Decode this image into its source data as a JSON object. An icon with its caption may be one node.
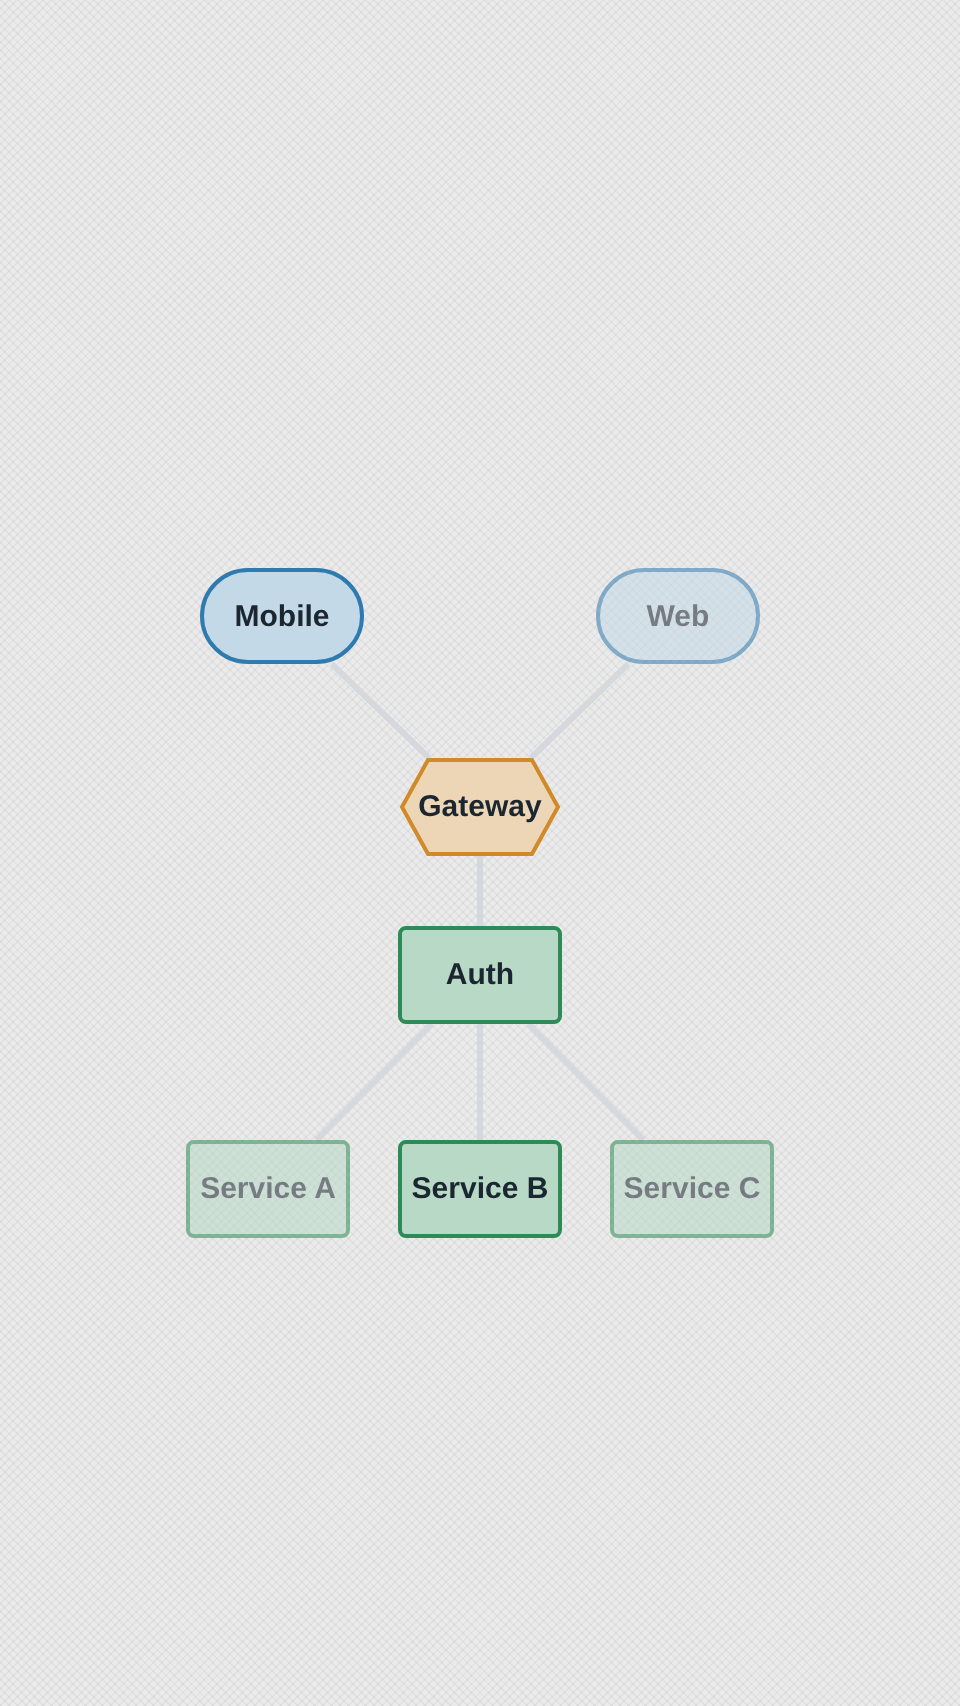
{
  "diagram": {
    "nodes": [
      {
        "text": [
          "Mobile"
        ]
      },
      {
        "text": [
          "Web"
        ]
      },
      {
        "text": [
          "Gateway"
        ]
      },
      {
        "text": [
          "Auth"
        ]
      },
      {
        "text": [
          "Service A"
        ]
      },
      {
        "text": [
          "Service B"
        ]
      },
      {
        "text": [
          "Service C"
        ]
      }
    ],
    "edges": [
      {
        "from": 0,
        "to": 2,
        "arrow": "none"
      },
      {
        "from": 1,
        "to": 2,
        "arrow": "none"
      },
      {
        "from": 2,
        "to": 3,
        "arrow": "none"
      },
      {
        "from": 3,
        "to": 4,
        "arrow": "none"
      },
      {
        "from": 3,
        "to": 5,
        "arrow": "none"
      },
      {
        "from": 3,
        "to": 6,
        "arrow": "none"
      }
    ]
  }
}
